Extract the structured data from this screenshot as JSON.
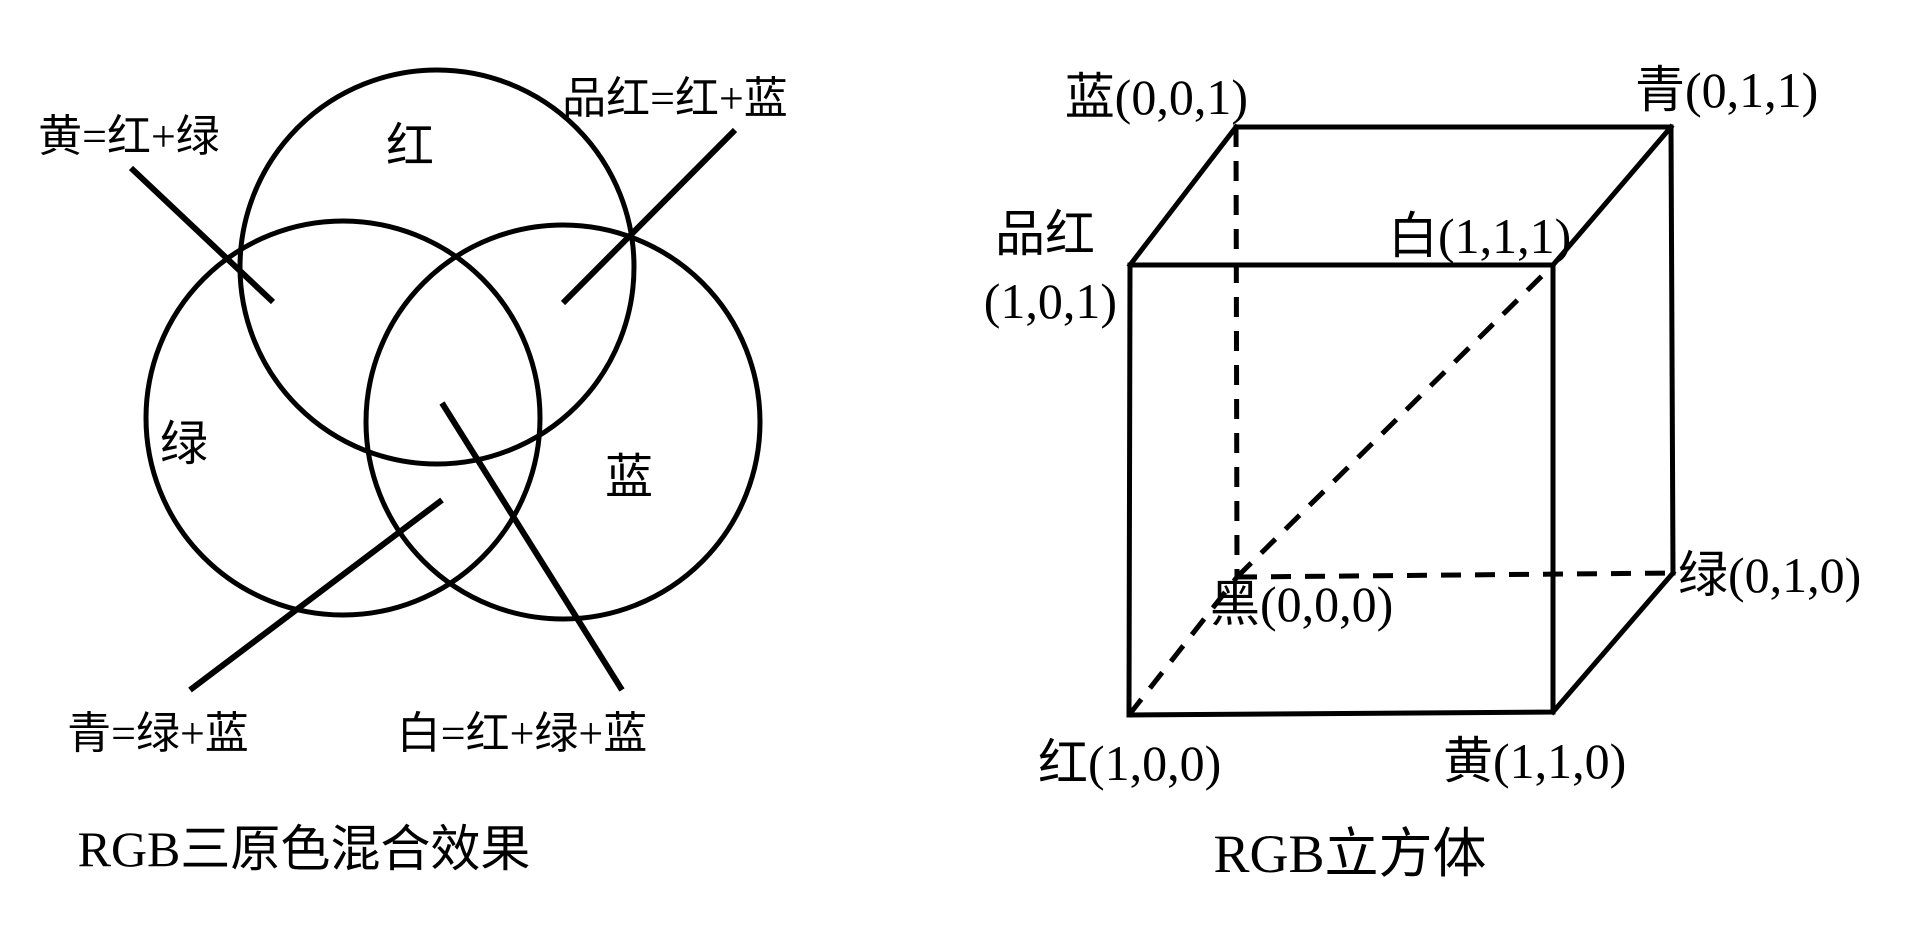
{
  "page": {
    "background_color": "#ffffff",
    "ink_color": "#000000"
  },
  "venn": {
    "caption": "RGB三原色混合效果",
    "circle_labels": {
      "red": "红",
      "green": "绿",
      "blue": "蓝"
    },
    "annotations": {
      "yellow": "黄=红+绿",
      "magenta": "品红=红+蓝",
      "cyan": "青=绿+蓝",
      "white": "白=红+绿+蓝"
    }
  },
  "cube": {
    "caption": "RGB立方体",
    "vertices": {
      "blue": "蓝(0,0,1)",
      "cyan": "青(0,1,1)",
      "magenta_name": "品红",
      "magenta_coords": "(1,0,1)",
      "white": "白(1,1,1)",
      "black": "黑(0,0,0)",
      "green": "绿(0,1,0)",
      "red": "红(1,0,0)",
      "yellow": "黄(1,1,0)"
    }
  }
}
